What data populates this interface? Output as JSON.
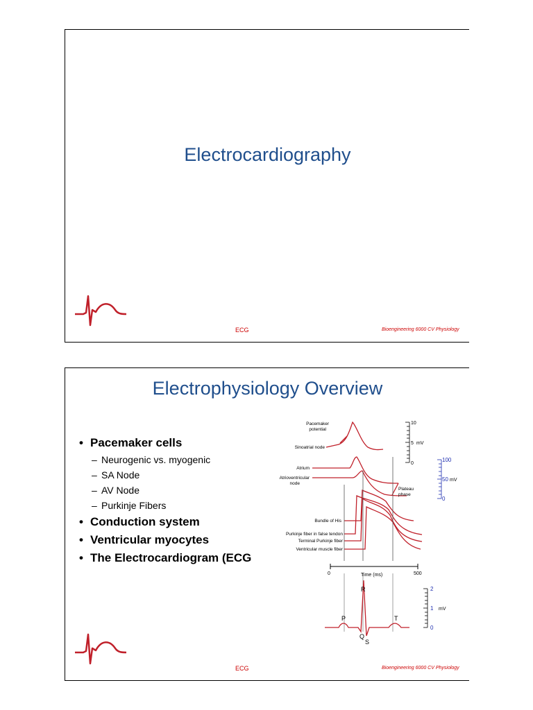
{
  "slide1": {
    "title": "Electrocardiography",
    "footer_center": "ECG",
    "footer_right": "Bioengineering 6000 CV Physiology"
  },
  "slide2": {
    "title": "Electrophysiology Overview",
    "bullets": [
      {
        "label": "Pacemaker cells",
        "sub": [
          "Neurogenic vs. myogenic",
          "SA Node",
          "AV Node",
          "Purkinje Fibers"
        ]
      },
      {
        "label": "Conduction system",
        "sub": []
      },
      {
        "label": "Ventricular myocytes",
        "sub": []
      },
      {
        "label": "The Electrocardiogram (ECG",
        "sub": []
      }
    ],
    "diagram": {
      "labels": {
        "pacemaker_potential_1": "Pacemaker",
        "pacemaker_potential_2": "potential",
        "sinoatrial_node": "Sinoatrial node",
        "atrium": "Atrium",
        "av_node_1": "Atrioventricular",
        "av_node_2": "node",
        "plateau_1": "Plateau",
        "plateau_2": "phase",
        "bundle_of_his": "Bundle of His",
        "purkinje_false_tendon": "Purkinje fiber in false tendon",
        "terminal_purkinje": "Terminal Purkinje fiber",
        "ventricular_muscle": "Ventricular muscle fiber",
        "time_axis": "Time (ms)",
        "time_0": "0",
        "time_500": "500",
        "scale1_top": "10",
        "scale1_mid": "5",
        "scale1_bottom": "0",
        "scale1_unit": "mV",
        "scale2_top": "100",
        "scale2_mid": "50",
        "scale2_bottom": "0",
        "scale2_unit": "mV",
        "ecg_p": "P",
        "ecg_q": "Q",
        "ecg_r": "R",
        "ecg_s": "S",
        "ecg_t": "T",
        "scale3_top": "2",
        "scale3_mid": "1",
        "scale3_bottom": "0",
        "scale3_unit": "mV"
      }
    },
    "footer_center": "ECG",
    "footer_right": "Bioengineering 6000 CV Physiology"
  },
  "colors": {
    "title": "#1f4e8c",
    "trace": "#c0202a",
    "footer": "#cc0000",
    "scale_blue": "#1f2fb0"
  }
}
